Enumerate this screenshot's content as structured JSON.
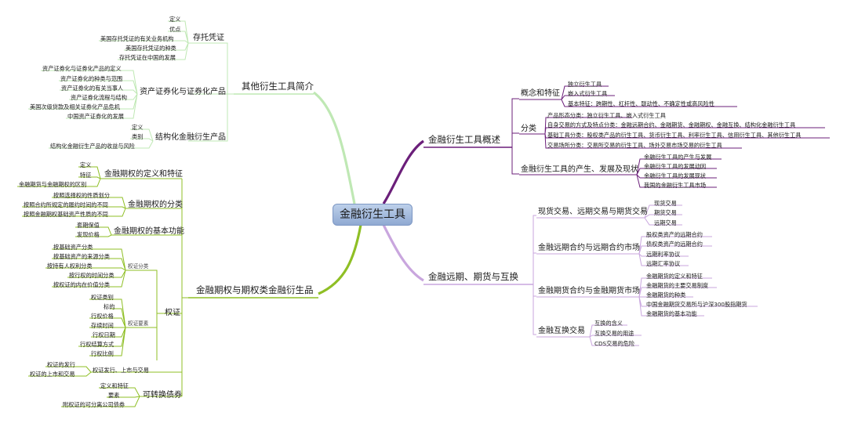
{
  "root": "金融衍生工具",
  "colors": {
    "purple_dark": "#6b1f7a",
    "purple_light": "#c9a6de",
    "green_light": "#bfe8b4",
    "green": "#8fbf25",
    "root_fill": "#a9bfe2"
  },
  "r1": {
    "title": "金融衍生工具概述",
    "a": {
      "label": "概念和特征",
      "items": [
        "独立衍生工具",
        "嵌入式衍生工具",
        "基本特征：跨期性、杠杆性、联动性、不确定性或高风险性"
      ]
    },
    "b": {
      "label": "分类",
      "items": [
        "产品形态分类：独立衍生工具、嵌入式衍生工具",
        "自身交易的方式及特点分类：金融远期合约、金融期货、金融期权、金融互换、结构化金融衍生工具",
        "基础工具分类：股权类产品的衍生工具、货币衍生工具、利率衍生工具、信用衍生工具、其他衍生工具",
        "交易场所分类：交易所交易的衍生工具、场外交易市场交易的衍生工具"
      ]
    },
    "c": {
      "label": "金融衍生工具的产生、发展及现状",
      "items": [
        "金融衍生工具的产生与发展",
        "金融衍生工具的发展动因",
        "金融衍生工具的发展现状",
        "我国的金融衍生工具市场"
      ]
    }
  },
  "r2": {
    "title": "金融远期、期货与互换",
    "a": {
      "label": "现货交易、远期交易与期货交易",
      "items": [
        "现货交易",
        "期货交易",
        "远期交易"
      ]
    },
    "b": {
      "label": "金融远期合约与远期合约市场",
      "items": [
        "股权类资产的远期合约",
        "债权类资产的远期合约",
        "远期利率协议",
        "远期汇率协议"
      ]
    },
    "c": {
      "label": "金融期货合约与金融期货市场",
      "items": [
        "金融期货的定义和特征",
        "金融期货的主要交易制度",
        "金融期货的种类",
        "中国金融期货交易所与沪深300股指期货",
        "金融期货的基本功能"
      ]
    },
    "d": {
      "label": "金融互换交易",
      "items": [
        "互换的含义",
        "互换交易的用途",
        "CDS交易的危险"
      ]
    }
  },
  "l1": {
    "title": "其他衍生工具简介",
    "a": {
      "label": "存托凭证",
      "items": [
        "定义",
        "优点",
        "美国存托凭证的有关业务机构",
        "美国存托凭证的种类",
        "存托凭证在中国的发展"
      ]
    },
    "b": {
      "label": "资产证券化与证券化产品",
      "items": [
        "资产证券化与证券化产品的定义",
        "资产证券化的种类与范围",
        "资产证券化的有关当事人",
        "资产证券化流程与结构",
        "美国次级贷款及相关证券化产品危机",
        "中国资产证券化的发展"
      ]
    },
    "c": {
      "label": "结构化金融衍生产品",
      "items": [
        "定义",
        "类别",
        "结构化金融衍生产品的收益与风险"
      ]
    }
  },
  "l2": {
    "title": "金融期权与期权类金融衍生品",
    "a": {
      "label": "金融期权的定义和特征",
      "items": [
        "定义",
        "特征",
        "金融期货与金融期权的区别"
      ]
    },
    "b": {
      "label": "金融期权的分类",
      "items": [
        "按照选择权的性质划分",
        "按照合约所规定的履约时间的不同",
        "按照金融期权基础资产性质的不同"
      ]
    },
    "c": {
      "label": "金融期权的基本功能",
      "items": [
        "套期保值",
        "发现价格"
      ]
    },
    "d": {
      "label": "权证",
      "g1": {
        "label": "权证分类",
        "items": [
          "按基础资产分类",
          "按基础资产的来源分类",
          "按持有人权利分类",
          "按行权的时间分类",
          "按权证的内在价值分类"
        ]
      },
      "g2": {
        "label": "权证要素",
        "items": [
          "权证类别",
          "标的",
          "行权价格",
          "存续时间",
          "行权日期",
          "行权结算方式",
          "行权比例"
        ]
      },
      "g3": {
        "label": "权证发行、上市与交易",
        "items": [
          "权证的发行",
          "权证的上市和交易"
        ]
      }
    },
    "e": {
      "label": "可转换债券",
      "items": [
        "定义和特征",
        "要素",
        "附权证的可分离公司债券"
      ]
    }
  }
}
